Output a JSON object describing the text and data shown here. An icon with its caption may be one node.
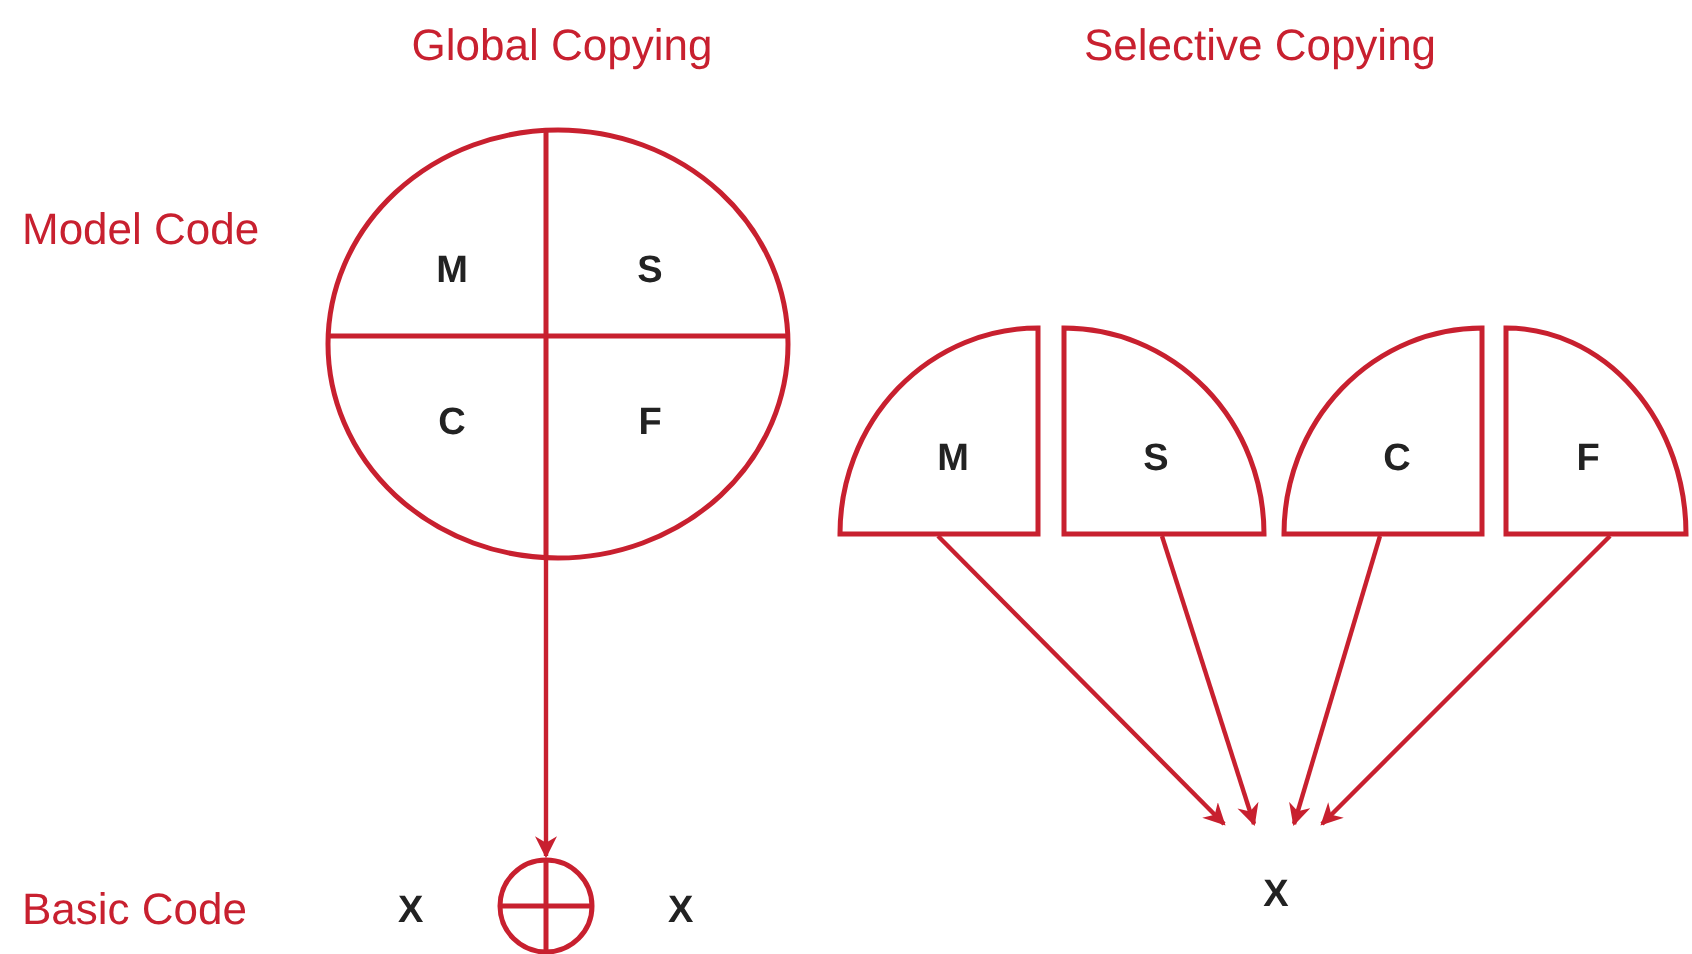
{
  "diagram": {
    "nodes": [
      {
        "text": [],
        "shape": "circle"
      },
      {
        "text": [
          "M"
        ],
        "in": 0
      },
      {
        "text": [
          "S"
        ],
        "in": 0
      },
      {
        "text": [
          "C"
        ],
        "in": 0
      },
      {
        "text": [
          "F"
        ],
        "in": 0
      },
      {
        "text": [],
        "shape": "circle"
      },
      {
        "text": [
          "M"
        ]
      },
      {
        "text": [
          "S"
        ]
      },
      {
        "text": [
          "C"
        ]
      },
      {
        "text": [
          "F"
        ]
      },
      {
        "text": [
          "X"
        ]
      }
    ],
    "edges": [
      {
        "from": 0,
        "to": 5,
        "arrow": "to"
      },
      {
        "from": 6,
        "to": 10,
        "arrow": "to"
      },
      {
        "from": 7,
        "to": 10,
        "arrow": "to"
      },
      {
        "from": 8,
        "to": 10,
        "arrow": "to"
      },
      {
        "from": 9,
        "to": 10,
        "arrow": "to"
      }
    ],
    "labels": [
      "Global Copying",
      "Selective Copying",
      "Model Code",
      "Basic Code",
      "X",
      "X"
    ]
  }
}
